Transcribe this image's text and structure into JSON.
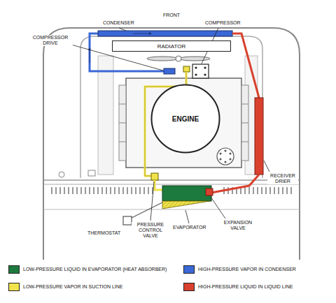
{
  "diagram": {
    "nodes": [
      {
        "text": [
          "RADIATOR"
        ]
      },
      {
        "text": [
          "ENGINE"
        ]
      }
    ],
    "labels": [
      "FRONT",
      "CONDENSER",
      "COMPRESSOR",
      "COMPRESSOR DRIVE",
      "RECEIVER DRIER",
      "THERMOSTAT",
      "PRESSURE CONTROL VALVE",
      "EVAPORATOR",
      "EXPANSION VALVE"
    ],
    "legend": [
      {
        "text": "LOW-PRESSURE LIQUID IN EVAPORATOR (HEAT ABSORBER)",
        "color": "#1d7a3e"
      },
      {
        "text": "HIGH-PRESSURE VAPOR IN CONDENSER",
        "color": "#3b68d6"
      },
      {
        "text": "LOW-PRESSURE VAPOR IN SUCTION LINE",
        "color": "#f0e24a"
      },
      {
        "text": "HIGH-PRESSURE LIQUID IN LIQUID LINE",
        "color": "#d9412e"
      }
    ]
  }
}
